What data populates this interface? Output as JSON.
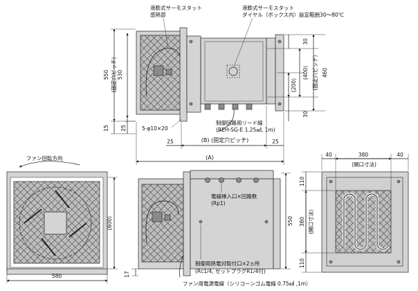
{
  "labels": {
    "thermostat_sensor": [
      "液膨式サーモスタット",
      "感熱部"
    ],
    "thermostat_dial": [
      "液膨式サーモスタット",
      "ダイヤル（ボックス内）設定範囲30～80℃"
    ],
    "lead_wire": [
      "制御回路用リード線",
      "(REH-SG-E 1.25㎟, 1m)"
    ],
    "mount_holes": "5-φ10×20",
    "pitch_b": "(B) (固定穴ピッチ)",
    "dim_a": "(A)",
    "fan_direction": "ファン回転方向",
    "wire_inlet": [
      "電線挿入口×回路数",
      "(Rp1)"
    ],
    "control_wire_port": [
      "制御用熱電対取付口×2ヵ所",
      "(Rc1/4, セットプラグR1/4付)"
    ],
    "fan_power_wire": "ファン用電源電線（シリコーンゴム電線 0.75㎟ ,1m）",
    "opening_dim": "(開口寸法)"
  },
  "dims": {
    "top_h550": "550",
    "top_h530": "530",
    "fixed_pitch": "(固定穴ピッチ)",
    "top_15": "15",
    "top_25": "25",
    "top_30a": "30",
    "top_400": "(400)",
    "top_200": "(200)",
    "top_460": "460",
    "top_30b": "30",
    "bottom_25a": "25",
    "bottom_25b": "25",
    "front_580": "580",
    "front_600": "(600)",
    "front_17": "17",
    "side_550": "550",
    "right_40a": "40",
    "right_380": "380",
    "right_40b": "40",
    "right_110a": "110",
    "right_380v": "380",
    "right_110b": "110"
  }
}
